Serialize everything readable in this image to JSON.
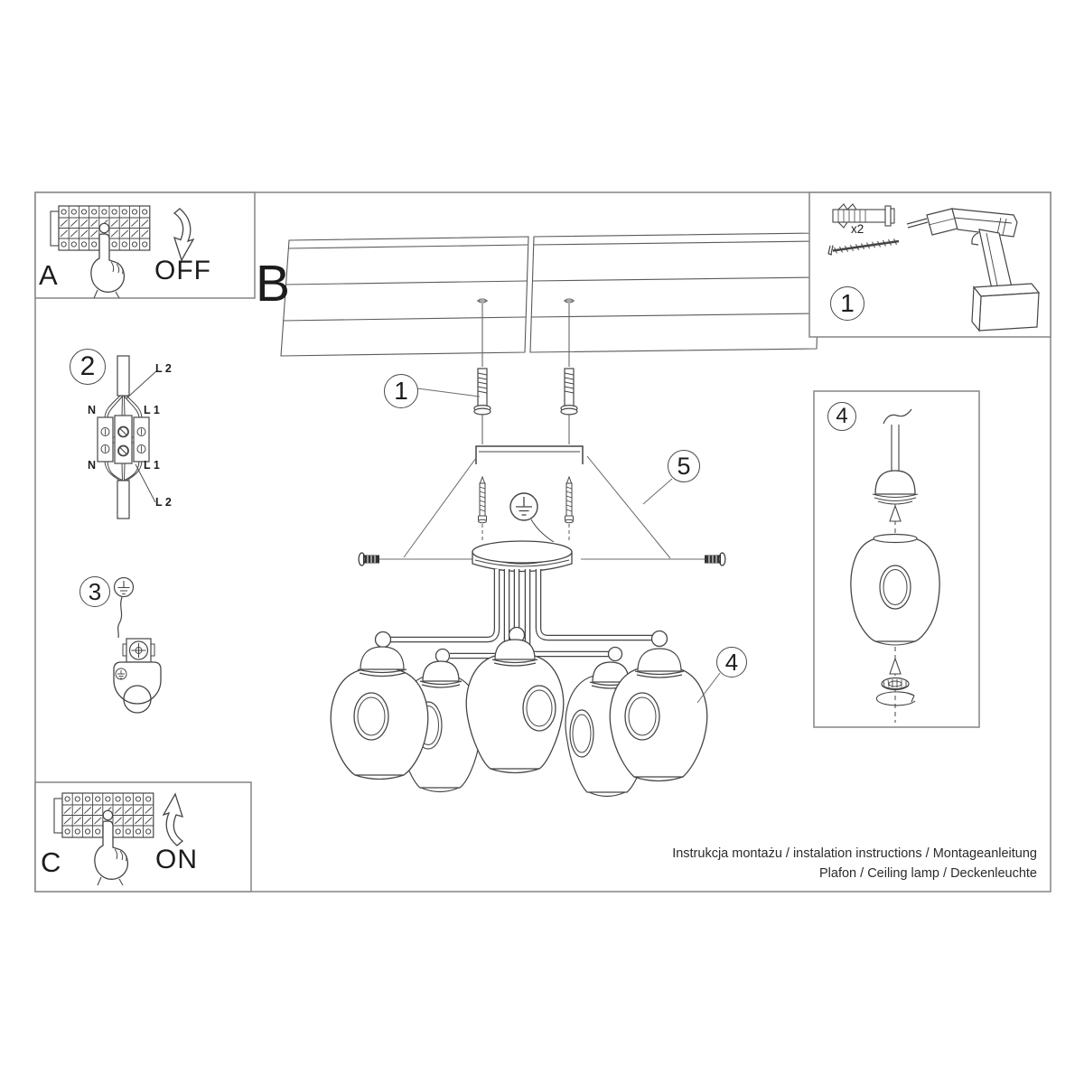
{
  "colors": {
    "paper": "#ffffff",
    "line": "#454545",
    "frame": "#8c8c8c",
    "text": "#1c1c1c"
  },
  "steps": {
    "a": "A",
    "b": "B",
    "c": "C",
    "off": "OFF",
    "on": "ON"
  },
  "callouts": {
    "one": "1",
    "two": "2",
    "three": "3",
    "four": "4",
    "five": "5"
  },
  "parts": {
    "anchor_qty": "x2"
  },
  "wiring": {
    "top": {
      "n": "N",
      "l1": "L 1",
      "l2": "L 2"
    },
    "bottom": {
      "n": "N",
      "l1": "L 1",
      "l2": "L 2"
    }
  },
  "footer": {
    "line1": "Instrukcja montażu / instalation instructions / Montageanleitung",
    "line2": "Plafon / Ceiling lamp / Deckenleuchte"
  }
}
